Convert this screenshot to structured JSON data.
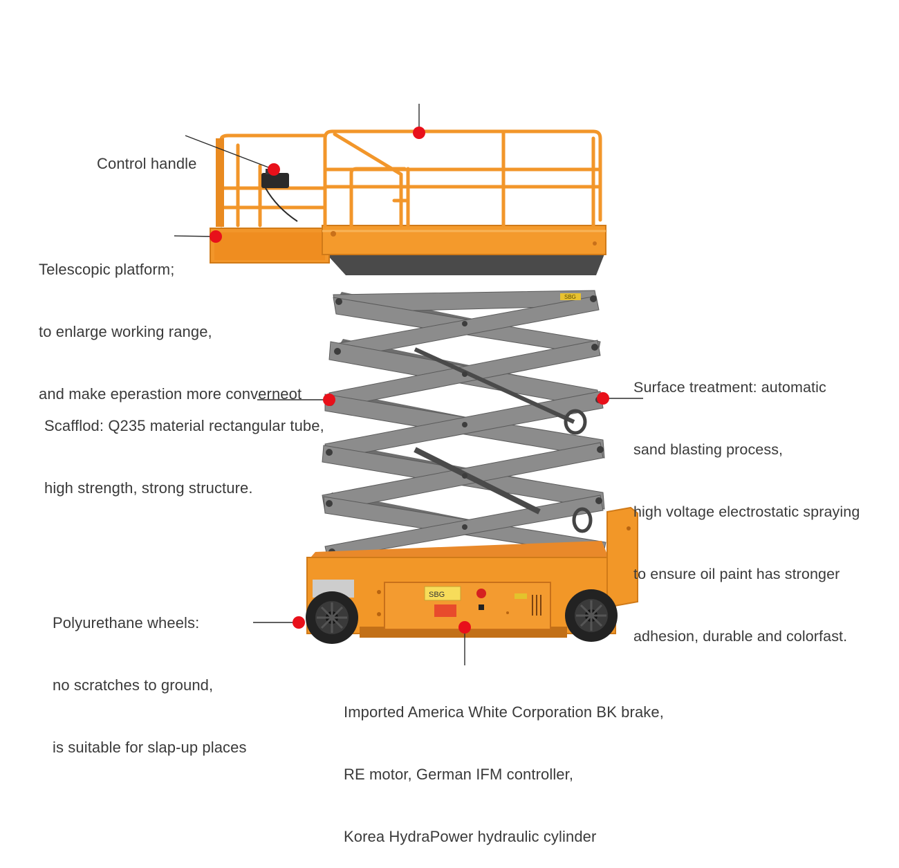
{
  "callouts": {
    "control_handle": {
      "lines": [
        "Control handle"
      ]
    },
    "telescopic_platform": {
      "lines": [
        "Telescopic platform;",
        "to enlarge working range,",
        "and make eperastion more converneot"
      ]
    },
    "scaffold": {
      "lines": [
        "Scafflod: Q235 material rectangular tube,",
        "high strength, strong structure."
      ]
    },
    "surface_treatment": {
      "lines": [
        "Surface treatment: automatic",
        "sand blasting process,",
        "high voltage electrostatic spraying",
        "to ensure oil paint has stronger",
        "adhesion, durable and colorfast."
      ]
    },
    "wheels": {
      "lines": [
        "Polyurethane wheels:",
        "no scratches to ground,",
        "is suitable for slap-up places"
      ]
    },
    "drive_components": {
      "lines": [
        "Imported America White Corporation BK brake,",
        "RE motor, German IFM controller,",
        "Korea HydraPower hydraulic cylinder"
      ]
    }
  },
  "machine_labels": {
    "warning_sticker": "SBG",
    "base_plate": "SBG"
  },
  "colors": {
    "body_orange": "#f2962a",
    "body_orange_dark": "#d9791a",
    "scissor_gray": "#8a8a8a",
    "scissor_dark": "#5f5f5f",
    "marker_red": "#e8101a",
    "wheel_black": "#222222"
  }
}
